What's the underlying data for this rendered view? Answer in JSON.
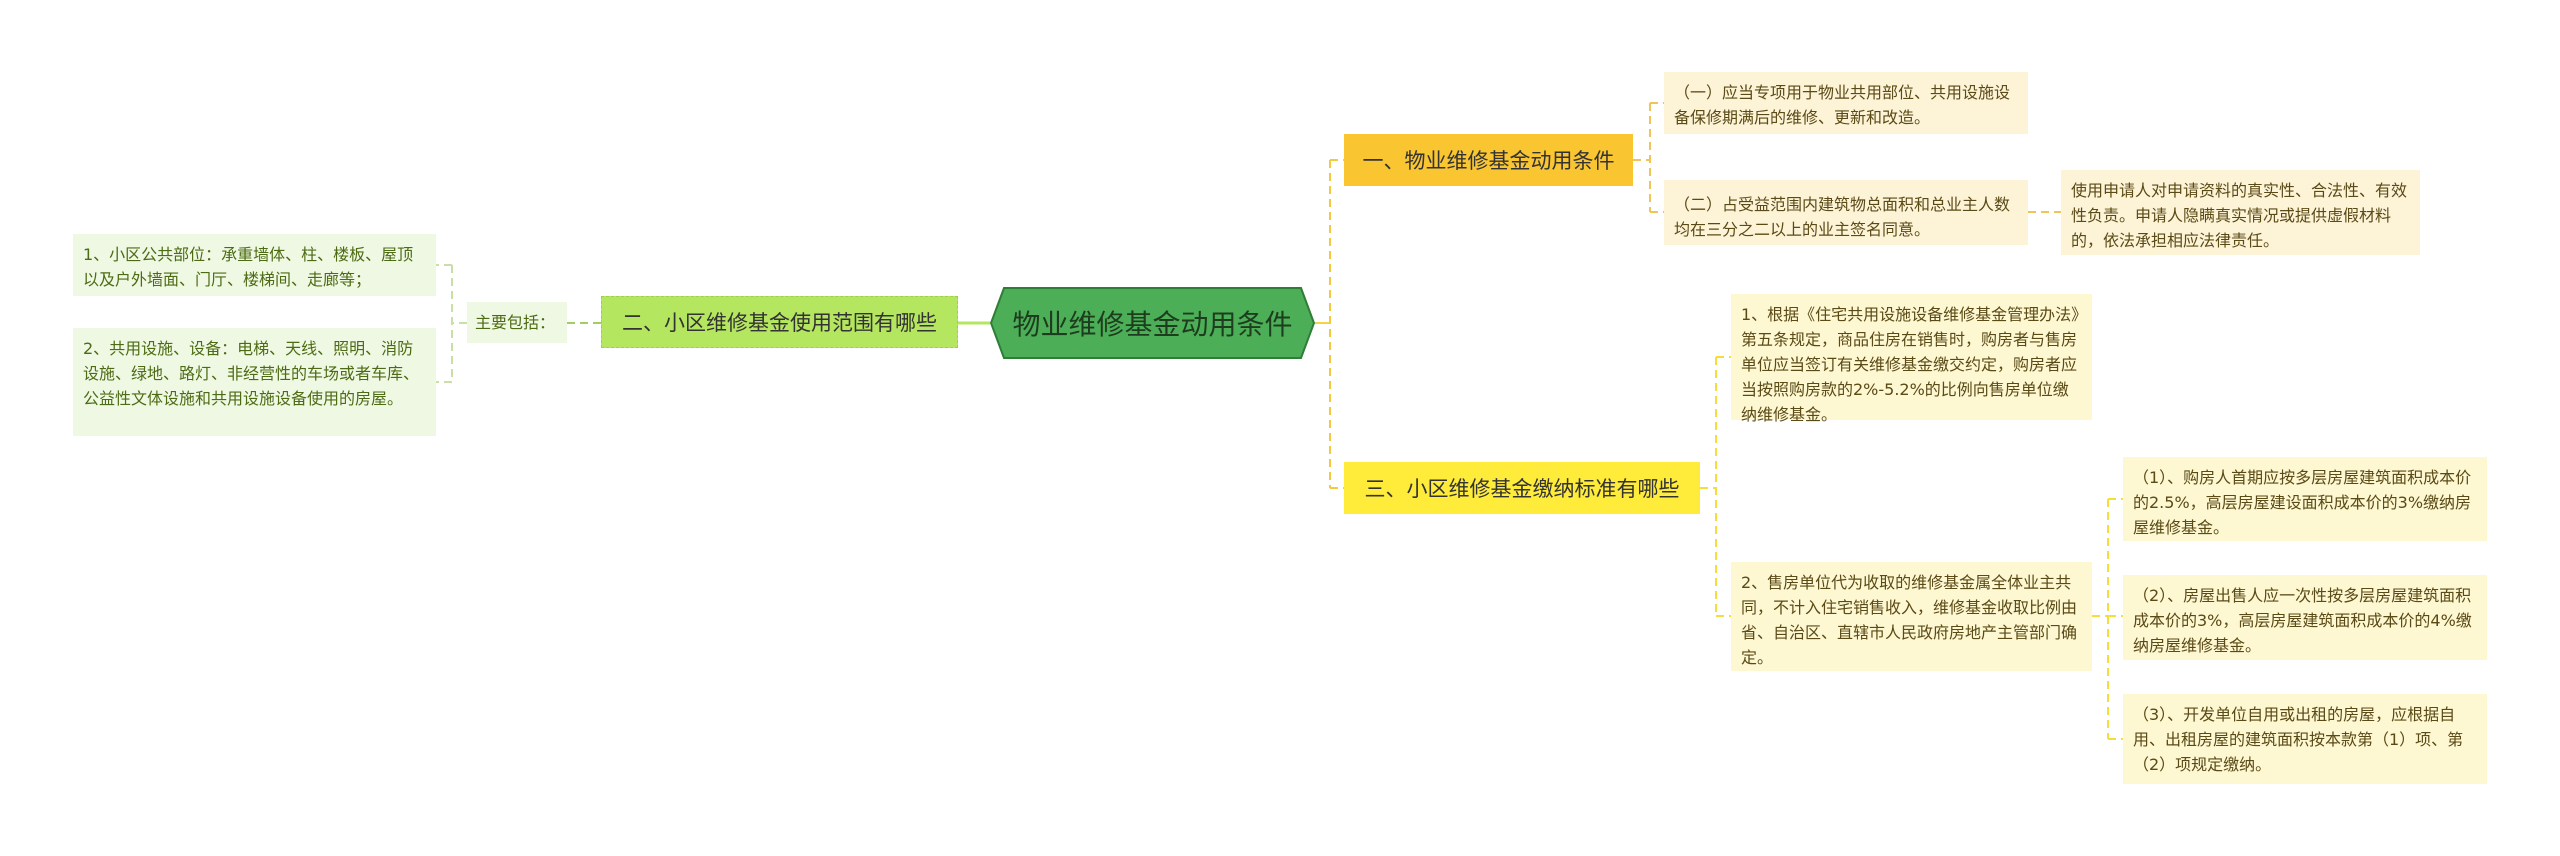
{
  "root": {
    "label": "物业维修基金动用条件"
  },
  "branches": [
    {
      "label": "一、物业维修基金动用条件",
      "color": "#f9c531",
      "children": [
        {
          "text": "（一）应当专项用于物业共用部位、共用设施设备保修期满后的维修、更新和改造。"
        },
        {
          "text": "（二）占受益范围内建筑物总面积和总业主人数均在三分之二以上的业主签名同意。",
          "children": [
            {
              "text": "使用申请人对申请资料的真实性、合法性、有效性负责。申请人隐瞒真实情况或提供虚假材料的，依法承担相应法律责任。"
            }
          ]
        }
      ]
    },
    {
      "label": "二、小区维修基金使用范围有哪些",
      "color": "#b5e65f",
      "children": [
        {
          "text": "主要包括：",
          "children": [
            {
              "text": "1、小区公共部位：承重墙体、柱、楼板、屋顶以及户外墙面、门厅、楼梯间、走廊等；"
            },
            {
              "text": "2、共用设施、设备：电梯、天线、照明、消防设施、绿地、路灯、非经营性的车场或者车库、公益性文体设施和共用设施设备使用的房屋。"
            }
          ]
        }
      ]
    },
    {
      "label": "三、小区维修基金缴纳标准有哪些",
      "color": "#ffec3a",
      "children": [
        {
          "text": "1、根据《住宅共用设施设备维修基金管理办法》第五条规定，商品住房在销售时，购房者与售房单位应当签订有关维修基金缴交约定，购房者应当按照购房款的2%-5.2%的比例向售房单位缴纳维修基金。"
        },
        {
          "text": "2、售房单位代为收取的维修基金属全体业主共同，不计入住宅销售收入，维修基金收取比例由省、自治区、直辖市人民政府房地产主管部门确定。",
          "children": [
            {
              "text": "（1）、购房人首期应按多层房屋建筑面积成本价的2.5%，高层房屋建设面积成本价的3%缴纳房屋维修基金。"
            },
            {
              "text": "（2）、房屋出售人应一次性按多层房屋建筑面积成本价的3%，高层房屋建筑面积成本价的4%缴纳房屋维修基金。"
            },
            {
              "text": "（3）、开发单位自用或出租的房屋，应根据自用、出租房屋的建筑面积按本款第（1）项、第（2）项规定缴纳。"
            }
          ]
        }
      ]
    }
  ]
}
